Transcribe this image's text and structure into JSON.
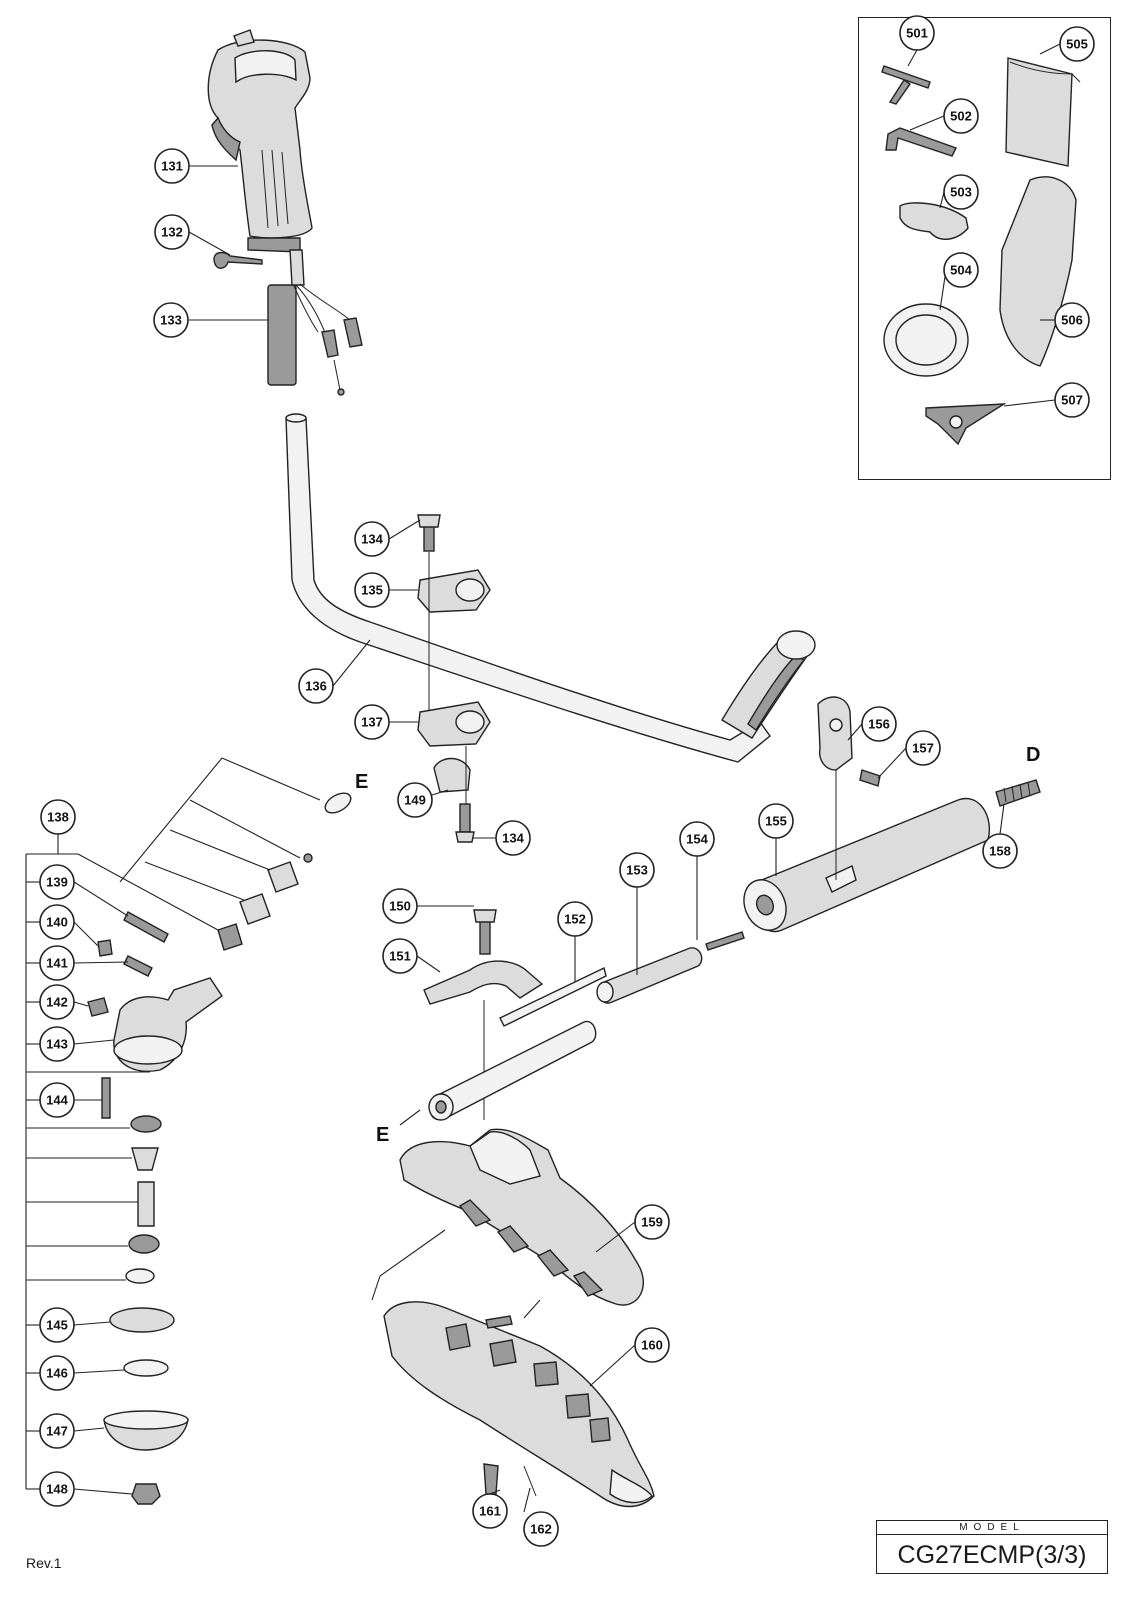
{
  "revision": "Rev.1",
  "model": {
    "label": "MODEL",
    "number": "CG27ECMP(3/3)"
  },
  "reference_letters": [
    "D",
    "E",
    "E"
  ],
  "callouts": [
    "131",
    "132",
    "133",
    "134",
    "135",
    "136",
    "137",
    "134",
    "149",
    "138",
    "139",
    "140",
    "141",
    "142",
    "143",
    "144",
    "145",
    "146",
    "147",
    "148",
    "150",
    "151",
    "152",
    "153",
    "154",
    "155",
    "156",
    "157",
    "158",
    "159",
    "160",
    "161",
    "162",
    "501",
    "502",
    "503",
    "504",
    "505",
    "506",
    "507"
  ]
}
